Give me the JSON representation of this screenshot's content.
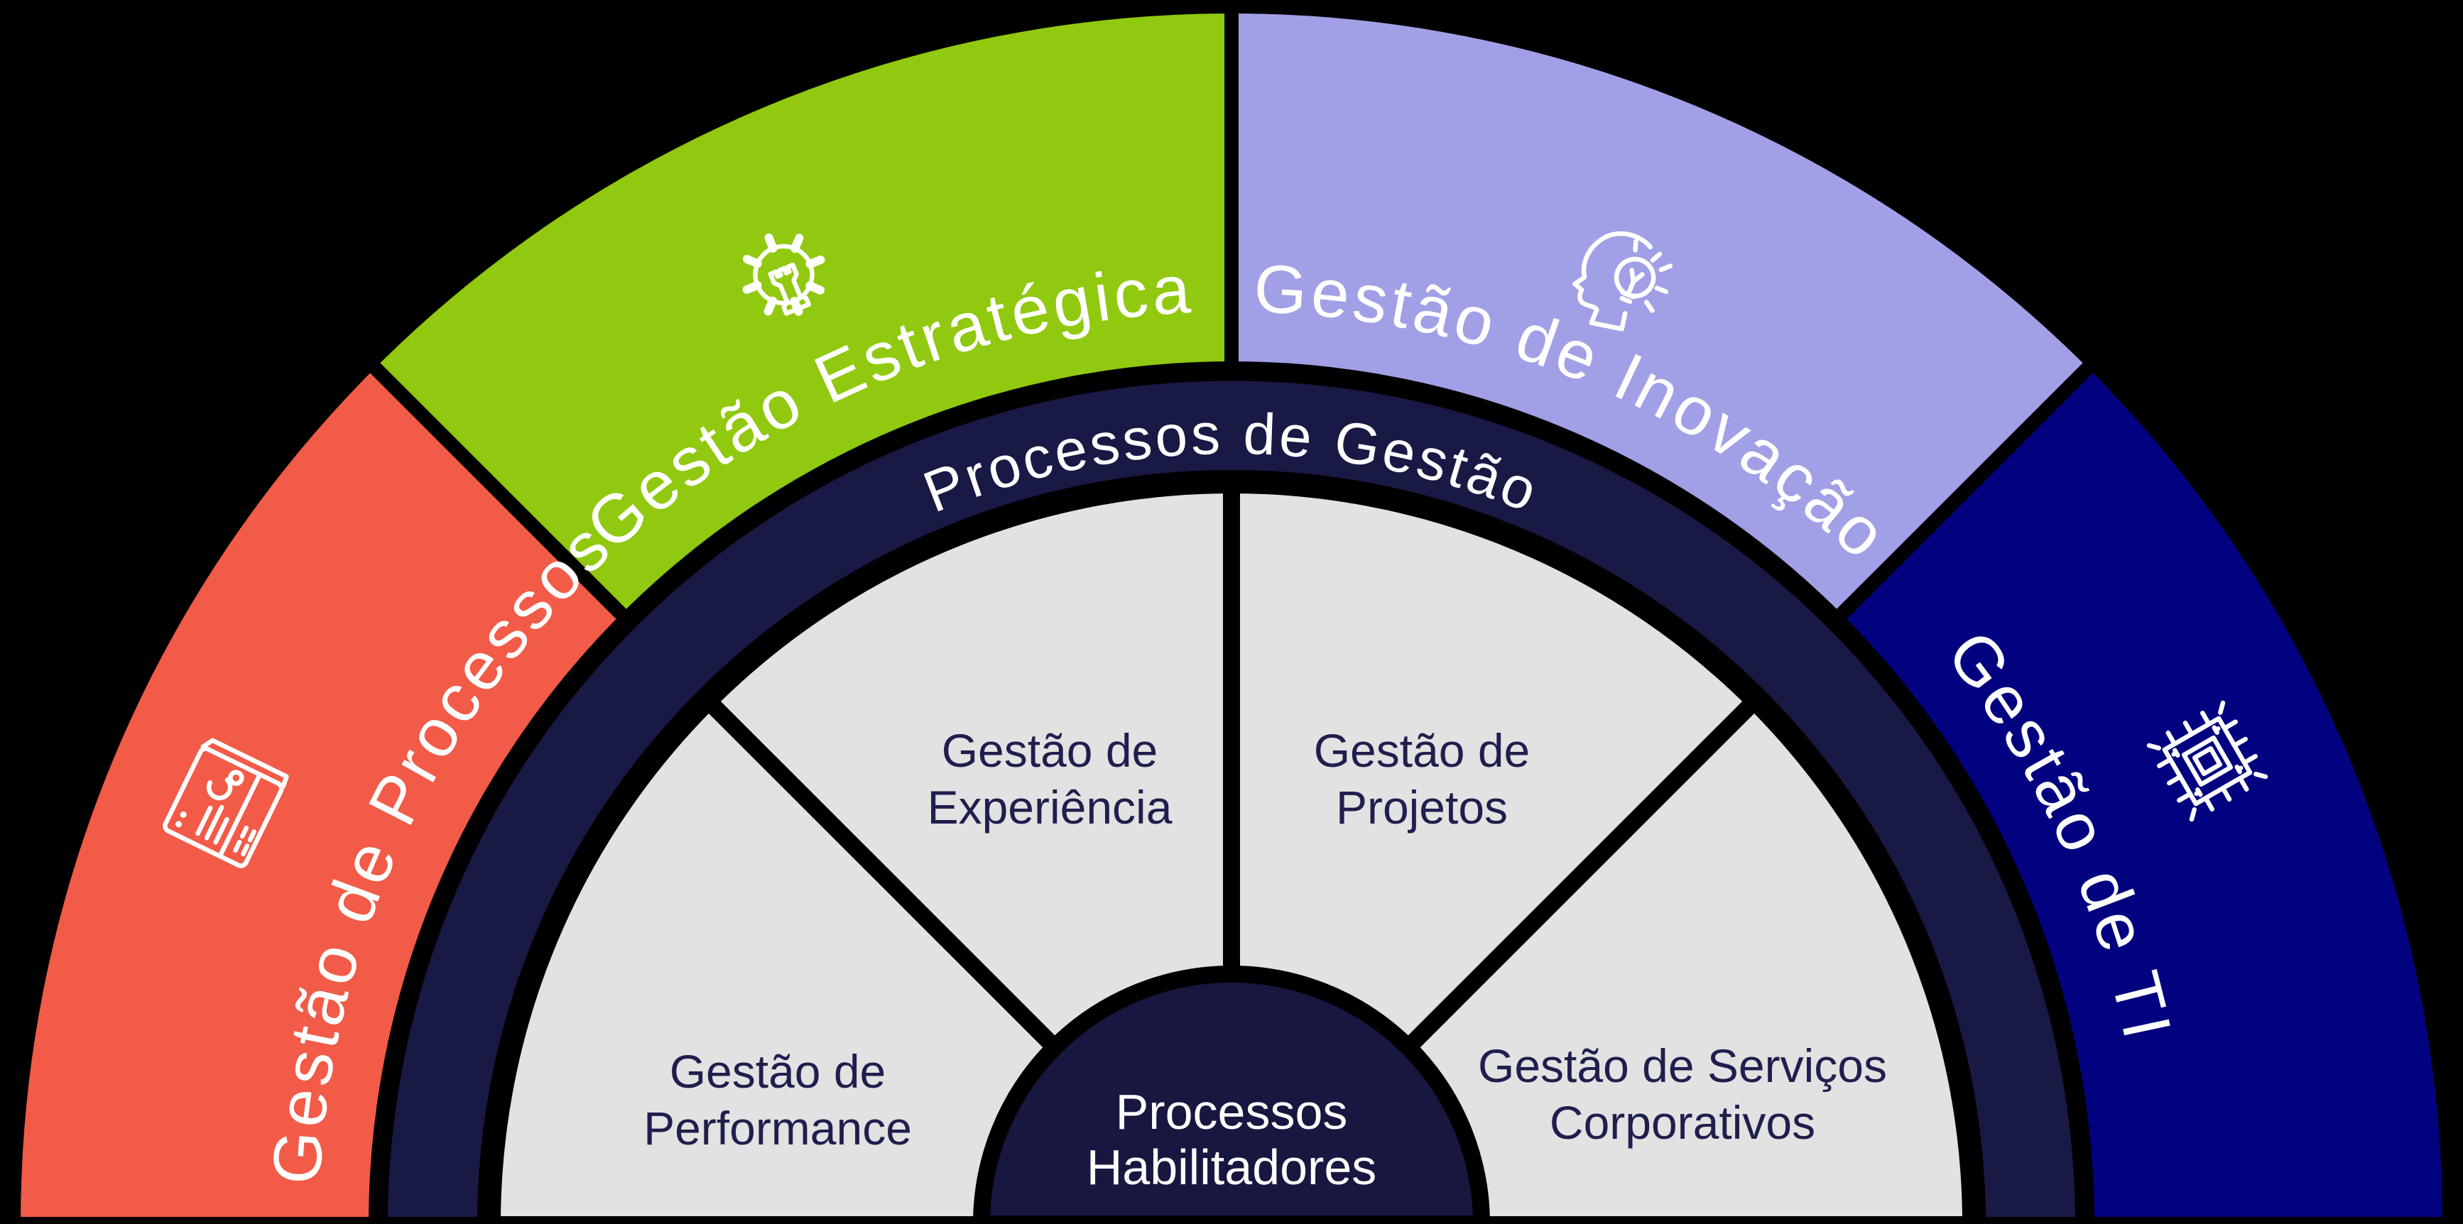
{
  "background_color": "#000000",
  "outer_ring": {
    "text_color": "#FFFFFF",
    "segments": [
      {
        "label": "Gestão de Processos",
        "color": "#F25B47",
        "icon": "process-board-icon"
      },
      {
        "label": "Gestão Estratégica",
        "color": "#90C90F",
        "icon": "strategy-chess-gear-icon"
      },
      {
        "label": "Gestão de Inovação",
        "color": "#A1A0E6",
        "icon": "head-lightbulb-icon"
      },
      {
        "label": "Gestão de TI",
        "color": "#020280",
        "icon": "cpu-chip-icon"
      }
    ]
  },
  "middle_ring": {
    "label": "Processos de Gestão",
    "color": "#191945",
    "text_color": "#FFFFFF"
  },
  "inner_ring": {
    "color": "#E2E2E2",
    "text_color": "#1F1F4E",
    "segments": [
      {
        "label": "Gestão de Performance",
        "lines": [
          "Gestão de",
          "Performance"
        ]
      },
      {
        "label": "Gestão de Experiência",
        "lines": [
          "Gestão de",
          "Experiência"
        ]
      },
      {
        "label": "Gestão de Projetos",
        "lines": [
          "Gestão de",
          "Projetos"
        ]
      },
      {
        "label": "Gestão de Serviços Corporativos",
        "lines": [
          "Gestão de Serviços",
          "Corporativos"
        ]
      }
    ]
  },
  "center": {
    "label": "Processos Habilitadores",
    "lines": [
      "Processos",
      "Habilitadores"
    ],
    "color": "#171740",
    "text_color": "#FFFFFF"
  }
}
